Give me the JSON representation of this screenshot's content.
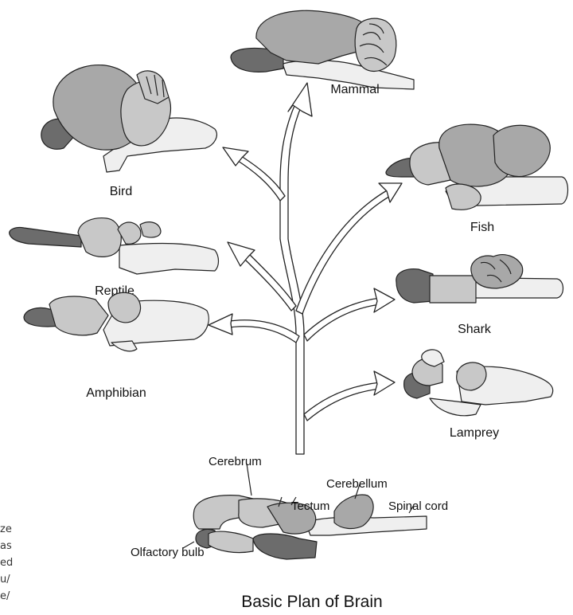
{
  "labels": {
    "mammal": "Mammal",
    "bird": "Bird",
    "fish": "Fish",
    "reptile": "Reptile",
    "shark": "Shark",
    "amphibian": "Amphibian",
    "lamprey": "Lamprey"
  },
  "basic_plan": {
    "title": "Basic Plan of Brain",
    "parts": {
      "cerebrum": "Cerebrum",
      "tectum": "Tectum",
      "cerebellum": "Cerebellum",
      "spinal_cord": "Spinal cord",
      "olfactory_bulb": "Olfactory bulb"
    }
  },
  "side_text_fragments": [
    "ze",
    "as",
    "ed",
    "u/",
    "e/"
  ],
  "colors": {
    "light": "#efefef",
    "mid": "#c8c8c8",
    "midDark": "#a8a8a8",
    "dark": "#6c6c6c",
    "outline": "#222222"
  }
}
